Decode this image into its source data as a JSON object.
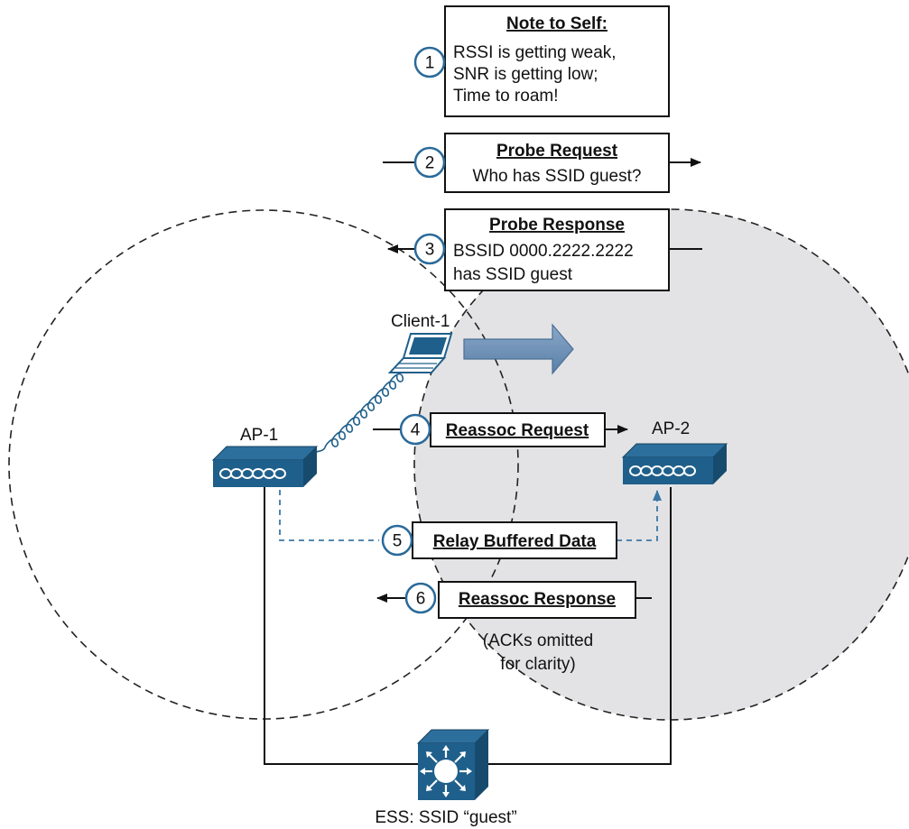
{
  "steps": {
    "s1": {
      "num": "1",
      "title": "Note to Self:",
      "lines": [
        "RSSI is getting weak,",
        "SNR is getting low;",
        "Time to roam!"
      ]
    },
    "s2": {
      "num": "2",
      "title": "Probe Request",
      "lines": [
        "Who has SSID guest?"
      ]
    },
    "s3": {
      "num": "3",
      "title": "Probe Response",
      "lines": [
        "BSSID 0000.2222.2222",
        "has SSID guest"
      ]
    },
    "s4": {
      "num": "4",
      "title": "Reassoc Request"
    },
    "s5": {
      "num": "5",
      "title": "Relay Buffered Data"
    },
    "s6": {
      "num": "6",
      "title": "Reassoc Response"
    }
  },
  "labels": {
    "client": "Client-1",
    "ap1": "AP-1",
    "ap2": "AP-2",
    "note_line1": "(ACKs omitted",
    "note_line2": "for clarity)",
    "ess": "ESS: SSID “guest”"
  },
  "colors": {
    "device_blue": "#1f5f8b",
    "cell_gray": "#e3e3e5",
    "relay_dash": "#5a8fb5",
    "move_arrow": "#6e8fb5"
  },
  "icons": [
    "laptop-icon",
    "access-point-icon",
    "multilayer-switch-icon",
    "move-arrow-icon"
  ]
}
